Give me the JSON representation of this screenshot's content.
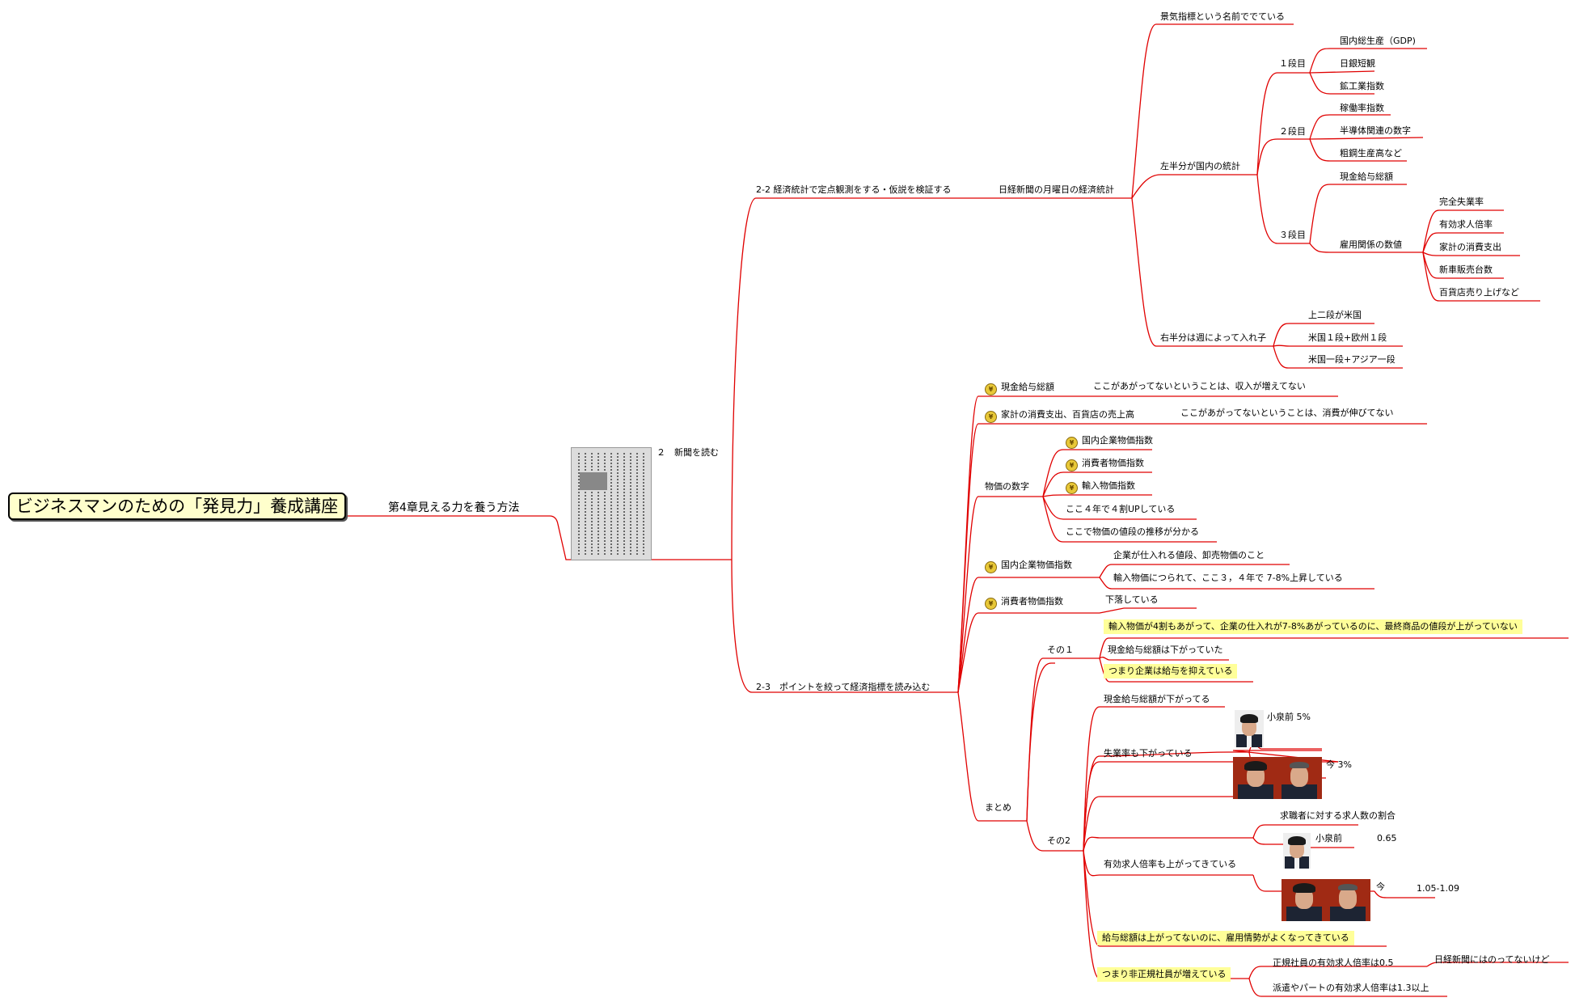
{
  "root": "ビジネスマンのための「発見力」養成講座",
  "chapter": "第4章見える力を養う方法",
  "section": "２　新聞を読む",
  "s22": {
    "title": "2-2 経済統計で定点観測をする・仮説を検証する",
    "topic": "日経新聞の月曜日の経済統計",
    "note": "景気指標という名前ででている",
    "left": "左半分が国内の統計",
    "tier1": "１段目",
    "tier1_items": [
      "国内総生産（GDP)",
      "日銀短観",
      "鉱工業指数"
    ],
    "tier2": "２段目",
    "tier2_items": [
      "稼働率指数",
      "半導体関連の数字",
      "粗鋼生産高など"
    ],
    "tier3": "３段目",
    "tier3_wage": "現金給与総額",
    "tier3_emp": "雇用関係の数値",
    "tier3_emp_items": [
      "完全失業率",
      "有効求人倍率",
      "家計の消費支出",
      "新車販売台数",
      "百貨店売り上げなど"
    ],
    "right": "右半分は週によって入れ子",
    "right_items": [
      "上二段が米国",
      "米国１段+欧州１段",
      "米国一段+アジア一段"
    ]
  },
  "s23": {
    "title": "2-3　ポイントを絞って経済指標を読み込む",
    "wage": "現金給与総額",
    "wage_note": "ここがあがってないということは、収入が増えてない",
    "consume": "家計の消費支出、百貨店の売上高",
    "consume_note": "ここがあがってないということは、消費が伸びてない",
    "price": "物価の数字",
    "price_items": [
      "国内企業物価指数",
      "消費者物価指数",
      "輸入物価指数"
    ],
    "price_notes": [
      "ここ４年で４割UPしている",
      "ここで物価の値段の推移が分かる"
    ],
    "cgpi": "国内企業物価指数",
    "cgpi_notes": [
      "企業が仕入れる値段、卸売物価のこと",
      "輸入物価につられて、ここ３，４年で 7-8%上昇している"
    ],
    "cpi": "消費者物価指数",
    "cpi_note": "下落している",
    "summary": "まとめ",
    "s1": "その１",
    "s1_items": [
      "輸入物価が4割もあがって、企業の仕入れが7-8%あがっているのに、最終商品の値段が上がっていない",
      "現金給与総額は下がっていた",
      "つまり企業は給与を抑えている"
    ],
    "s2": "その2",
    "s2_wage": "現金給与総額が下がってる",
    "unemp": "失業率も下がっている",
    "unemp_before": "小泉前 5%",
    "unemp_now": "今 3%",
    "jobs": "有効求人倍率も上がってきている",
    "jobs_def": "求職者に対する求人数の割合",
    "jobs_before_label": "小泉前",
    "jobs_before_value": "0.65",
    "jobs_now_label": "今",
    "jobs_now_value": "1.05-1.09",
    "conclusion1": "給与総額は上がってないのに、雇用情勢がよくなってきている",
    "conclusion2": "つまり非正規社員が増えている",
    "regular": "正規社員の有効求人倍率は0.5",
    "regular_note": "日経新聞にはのってないけど",
    "dispatch": "派遣やパートの有効求人倍率は1.3以上"
  },
  "colors": {
    "branch": "#e00000",
    "root_fill": "#ffffcc",
    "highlight": "#ffff99"
  },
  "icon": "money-bag-icon"
}
